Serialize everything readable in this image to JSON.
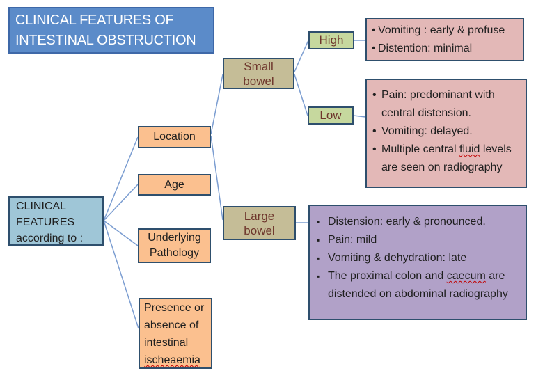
{
  "colors": {
    "title_fill": "#5B8BC9",
    "title_border": "#3E68A8",
    "title_text": "#FFFFFF",
    "root_fill": "#9FC6D7",
    "category_fill": "#FBC08F",
    "bowel_fill": "#C5BD97",
    "level_fill": "#C6D89E",
    "pink_fill": "#E3B8B7",
    "purple_fill": "#B1A1C8",
    "box_border": "#2E4F6D",
    "node_text": "#6E362C",
    "body_text": "#1F1F1F",
    "connector": "#7B9DD1",
    "spellcheck": "#C00000"
  },
  "title": "CLINICAL FEATURES OF\nINTESTINAL OBSTRUCTION",
  "root_node": {
    "text": "CLINICAL\nFEATURES\naccording to :"
  },
  "category_nodes": {
    "location": {
      "text": "Location"
    },
    "age": {
      "text": "Age"
    },
    "pathology": {
      "text": "Underlying\nPathology"
    },
    "ischaemia": {
      "text": "Presence or\nabsence of\nintestinal\nischeaemia",
      "wavy": "ischeaemia"
    }
  },
  "bowel_nodes": {
    "small": {
      "text": "Small\nbowel"
    },
    "large": {
      "text": "Large\nbowel"
    }
  },
  "level_nodes": {
    "high": {
      "text": "High"
    },
    "low": {
      "text": "Low"
    }
  },
  "detail_boxes": {
    "high": {
      "bullet": "•",
      "items": [
        {
          "text": "Vomiting : early & profuse"
        },
        {
          "text": "Distention: minimal"
        }
      ]
    },
    "low": {
      "bullet": "•",
      "items": [
        {
          "text": "Pain: predominant with central distension."
        },
        {
          "text": "Vomiting: delayed."
        },
        {
          "text": "Multiple central fluid levels are seen on radiography",
          "wavy": "fluid"
        }
      ]
    },
    "large": {
      "bullet": "▪",
      "items": [
        {
          "text": "Distension: early & pronounced."
        },
        {
          "text": "Pain: mild"
        },
        {
          "text": "Vomiting & dehydration: late"
        },
        {
          "text": "The proximal colon and caecum are distended on abdominal radiography",
          "wavy": "caecum"
        }
      ]
    }
  }
}
